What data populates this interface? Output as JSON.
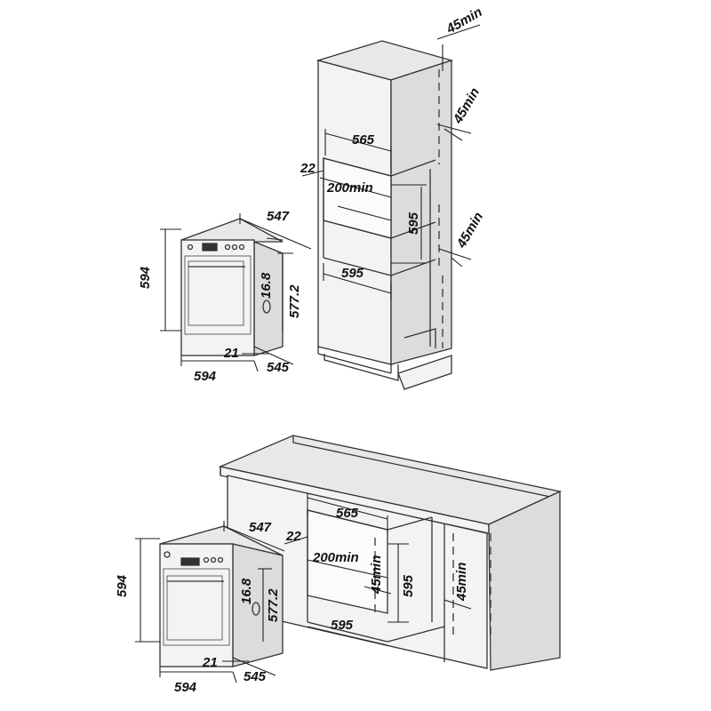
{
  "diagram": {
    "top_oven": {
      "width_front": "594",
      "height": "594",
      "depth_top": "547",
      "depth_bottom": "545",
      "inset": "16.8",
      "body_height": "577.2",
      "door_offset": "21"
    },
    "tall_cabinet": {
      "vent_top": "45min",
      "vent_back_upper": "45min",
      "vent_back_lower": "45min",
      "niche_width_top": "565",
      "niche_height": "595",
      "niche_width_bottom": "595",
      "side_gap": "22",
      "rear_clearance": "200min"
    },
    "bottom_oven": {
      "width_front": "594",
      "height": "594",
      "depth_top": "547",
      "depth_bottom": "545",
      "inset": "16.8",
      "body_height": "577.2",
      "door_offset": "21"
    },
    "under_counter": {
      "niche_width_top": "565",
      "side_gap": "22",
      "rear_clearance": "200min",
      "vent_inner": "45min",
      "niche_height": "595",
      "vent_back": "45min",
      "niche_width_bottom": "595"
    }
  }
}
